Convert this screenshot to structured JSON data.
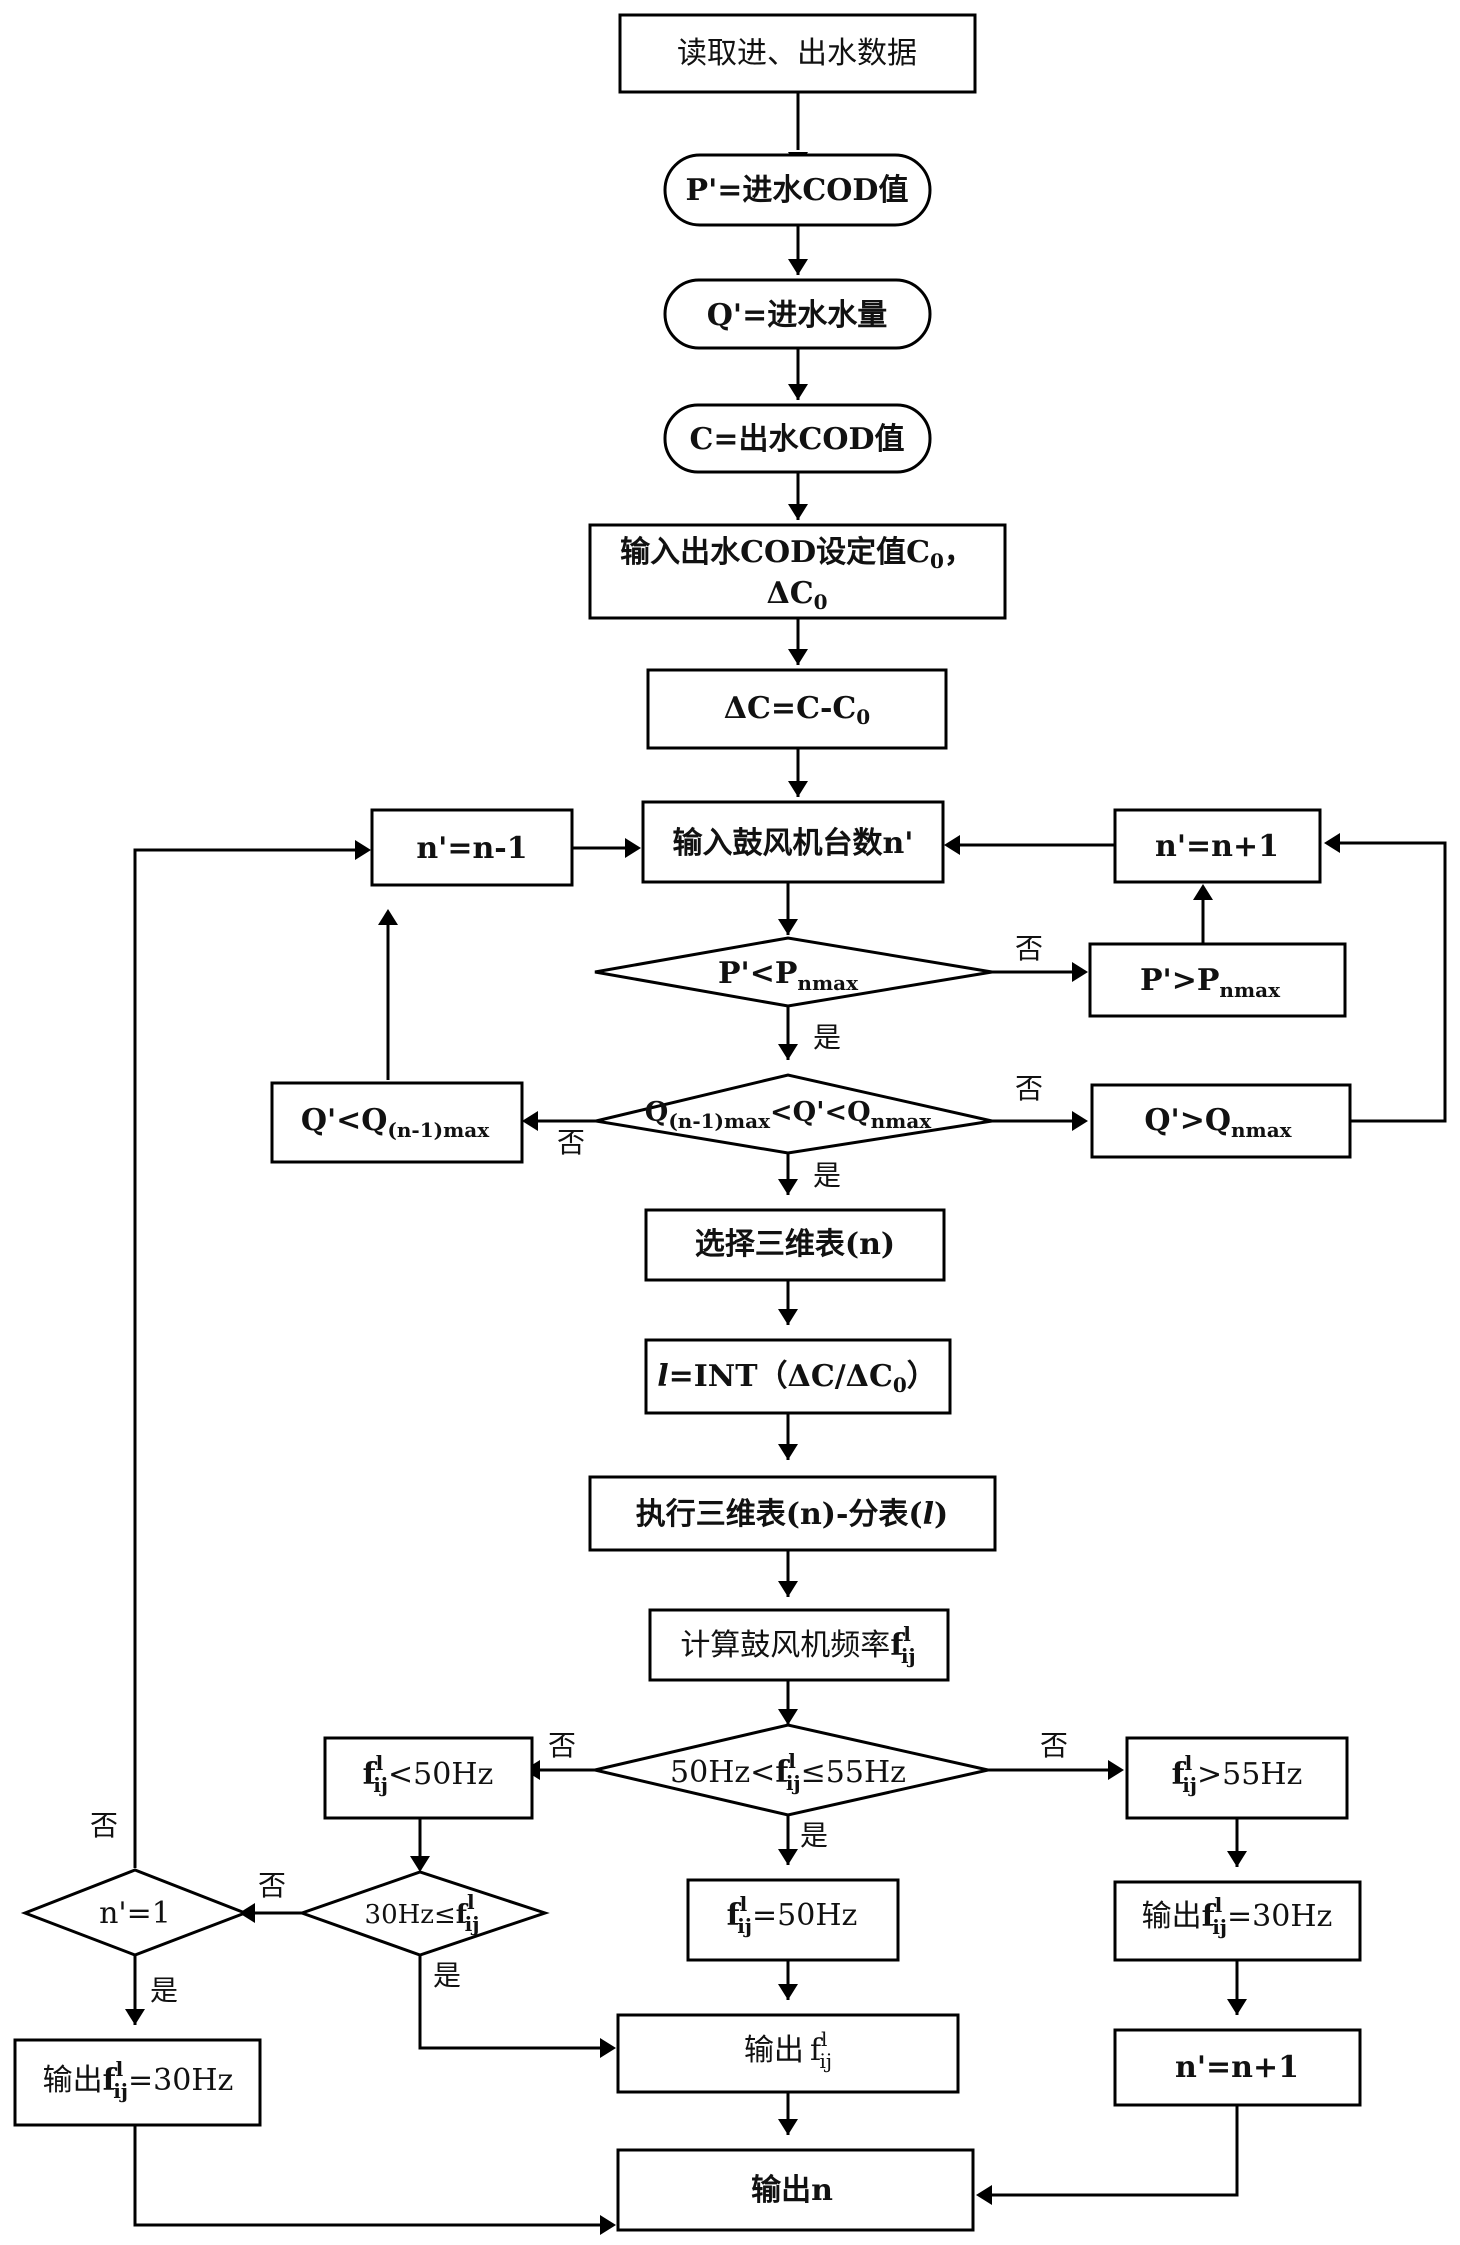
{
  "nodes": {
    "read_data": "读取进、出水数据",
    "p_prime": "P'=进水COD值",
    "q_prime": "Q'=进水水量",
    "c_value": "C=出水COD值",
    "input_setpoint_line1": "输入出水COD设定值C",
    "input_setpoint_sub": "0",
    "input_setpoint_tail": "，",
    "input_setpoint_line2": "ΔC",
    "input_setpoint_line2_sub": "0",
    "delta_c": "ΔC=C-C",
    "delta_c_sub": "0",
    "input_blowers": "输入鼓风机台数n'",
    "n_minus": "n'=n-1",
    "n_plus_top": "n'=n+1",
    "cond_p": "P'<P",
    "cond_p_sub": "nmax",
    "p_gt": "P'>P",
    "p_gt_sub": "nmax",
    "cond_q_a": "Q",
    "cond_q_a_sub": "(n-1)max",
    "cond_q_b": "<Q'<Q",
    "cond_q_b_sub": "nmax",
    "q_lt": "Q'<Q",
    "q_lt_sub": "(n-1)max",
    "q_gt": "Q'>Q",
    "q_gt_sub": "nmax",
    "select_table": "选择三维表(n)",
    "l_int_l": "l",
    "l_int_rest": "=INT（ΔC/ΔC",
    "l_int_sub": "0",
    "l_int_close": "）",
    "exec_table_a": "执行三维表(n)-分表(",
    "exec_table_l": "l",
    "exec_table_b": ")",
    "calc_freq": "计算鼓风机频率",
    "f": "f",
    "f_sup": "l",
    "f_sub": "ij",
    "cond_f_a": "50Hz<",
    "cond_f_b": "≤55Hz",
    "f_lt_tail": "<50Hz",
    "f_gt_tail": ">55Hz",
    "cond_30_a": "30Hz≤",
    "f_eq_tail": "=50Hz",
    "out_30_prefix": "输出",
    "out_30_tail": "=30Hz",
    "n_plus_bottom": "n'=n+1",
    "cond_n1": "n'=1",
    "out_f_prefix": "输出",
    "out_n": "输出n"
  },
  "labels": {
    "yes": "是",
    "no": "否"
  }
}
